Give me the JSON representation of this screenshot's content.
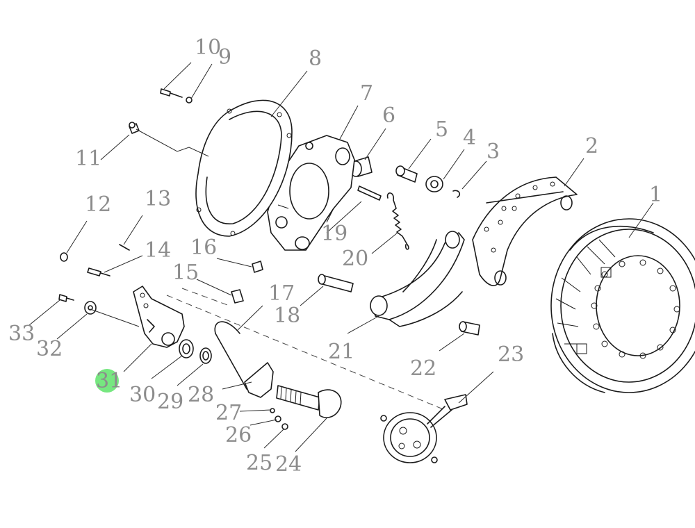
{
  "diagram": {
    "highlighted_part": "31",
    "highlight_color": "#5ee36a",
    "callouts": [
      "1",
      "2",
      "3",
      "4",
      "5",
      "6",
      "7",
      "8",
      "9",
      "10",
      "11",
      "12",
      "13",
      "14",
      "15",
      "16",
      "17",
      "18",
      "19",
      "20",
      "21",
      "22",
      "23",
      "24",
      "25",
      "26",
      "27",
      "28",
      "29",
      "30",
      "31",
      "32",
      "33"
    ]
  }
}
